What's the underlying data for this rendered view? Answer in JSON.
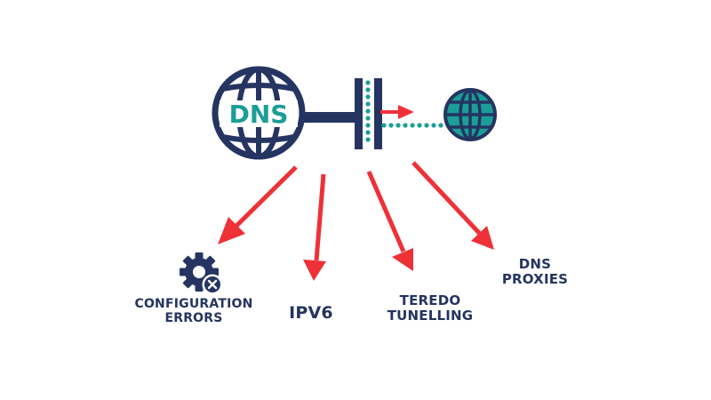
{
  "colors": {
    "navy": "#253461",
    "teal": "#1a9e98",
    "arrow": "#ee3137",
    "background": "#ffffff"
  },
  "diagram": {
    "dns_globe": {
      "label": "DNS",
      "icon": "globe-icon"
    },
    "target_globe": {
      "icon": "globe-icon"
    },
    "wall": {
      "icon": "firewall-gap-icon"
    },
    "config_icon": "gear-error-icon",
    "labels": {
      "configuration_errors": [
        "CONFIGURATION",
        "ERRORS"
      ],
      "ipv6": [
        "IPV6"
      ],
      "teredo_tunelling": [
        "TEREDO",
        "TUNELLING"
      ],
      "dns_proxies": [
        "DNS",
        "PROXIES"
      ]
    }
  }
}
